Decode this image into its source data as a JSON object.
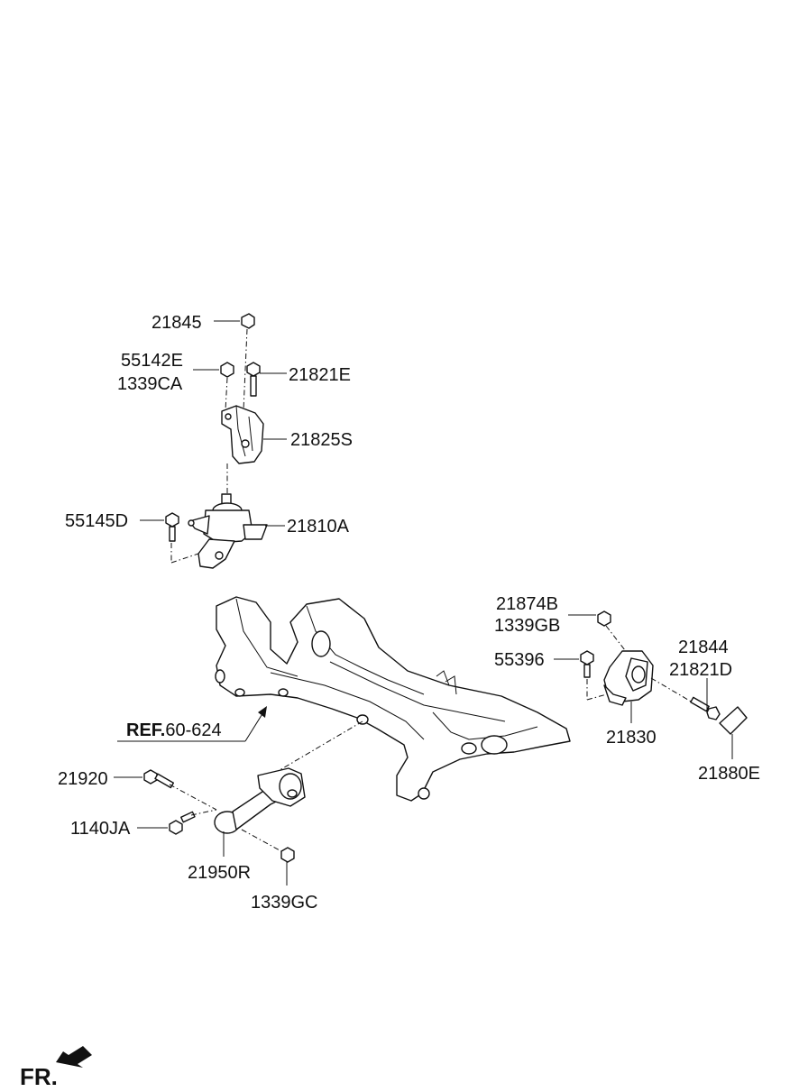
{
  "labels": {
    "p21845": "21845",
    "p55142E": "55142E",
    "p1339CA": "1339CA",
    "p21821E": "21821E",
    "p21825S": "21825S",
    "p55145D": "55145D",
    "p21810A": "21810A",
    "p21874B": "21874B",
    "p1339GB": "1339GB",
    "p55396": "55396",
    "p21844": "21844",
    "p21821D": "21821D",
    "p21830": "21830",
    "p21880E": "21880E",
    "ref_bold": "REF.",
    "ref_num": "60-624",
    "p21920": "21920",
    "p1140JA": "1140JA",
    "p21950R": "21950R",
    "p1339GC": "1339GC",
    "front": "FR."
  }
}
